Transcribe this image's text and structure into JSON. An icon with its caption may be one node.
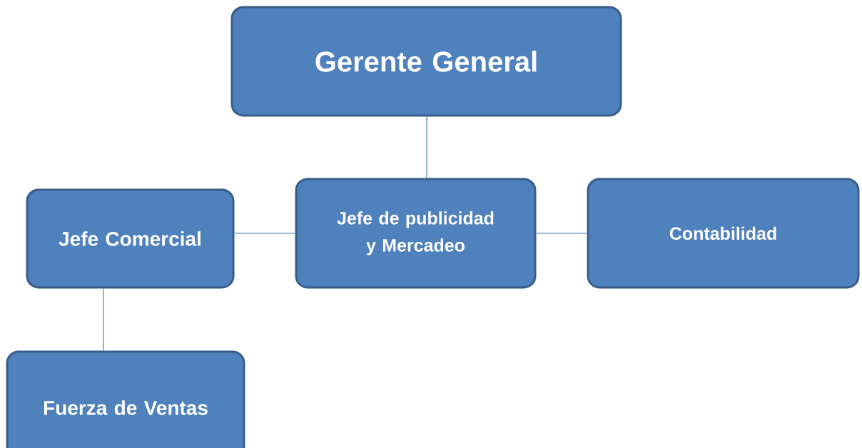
{
  "diagram": {
    "nodes": [
      {
        "text": [
          "Gerente General"
        ]
      },
      {
        "text": [
          "Jefe Comercial"
        ]
      },
      {
        "text": [
          "Jefe de publicidad y Mercadeo"
        ]
      },
      {
        "text": [
          "Contabilidad"
        ]
      },
      {
        "text": [
          "Fuerza de Ventas"
        ]
      }
    ],
    "edges": [
      {
        "from": 0,
        "to": 2,
        "arrow": "none"
      },
      {
        "from": 2,
        "to": 1,
        "arrow": "none"
      },
      {
        "from": 2,
        "to": 3,
        "arrow": "none"
      },
      {
        "from": 1,
        "to": 4,
        "arrow": "none"
      }
    ]
  }
}
